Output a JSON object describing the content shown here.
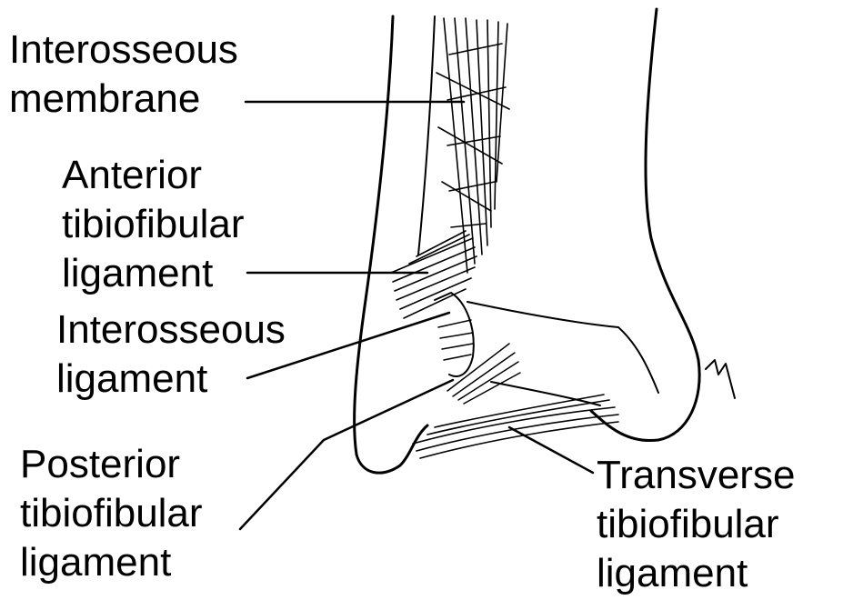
{
  "labels": {
    "interosseous_membrane": [
      "Interosseous",
      "membrane"
    ],
    "anterior_tibiofibular_ligament": [
      "Anterior",
      "tibiofibular",
      "ligament"
    ],
    "interosseous_ligament": [
      "Interosseous",
      "ligament"
    ],
    "posterior_tibiofibular_ligament": [
      "Posterior",
      "tibiofibular",
      "ligament"
    ],
    "transverse_tibiofibular_ligament": [
      "Transverse",
      "tibiofibular",
      "ligament"
    ]
  },
  "colors": {
    "ink": "#000000",
    "paper": "#ffffff"
  }
}
